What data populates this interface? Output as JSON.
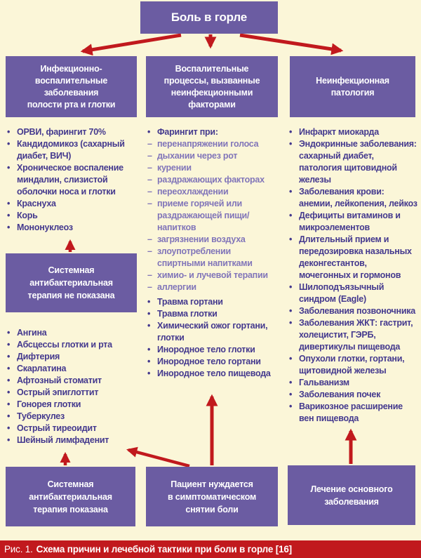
{
  "colors": {
    "background": "#fbf6d8",
    "box_purple": "#6b5ca2",
    "list_text_purple": "#44398e",
    "dash_text_purple": "#8175b9",
    "arrow_red": "#c1191d",
    "caption_band_red": "#c1191d"
  },
  "figure": {
    "root_label": "Боль в горле",
    "caption_prefix": "Рис. 1.",
    "caption_text": "Схема причин и лечебной тактики при боли в горле [16]"
  },
  "columns": {
    "infectious": {
      "header": "Инфекционно-\nвоспалительные\nзаболевания\nполости рта и глотки",
      "diseases_no_antibiotic": [
        {
          "type": "bullet",
          "text": "ОРВИ, фарингит 70%"
        },
        {
          "type": "bullet",
          "text": "Кандидомикоз (сахарный диабет, ВИЧ)"
        },
        {
          "type": "bullet",
          "text": "Хроническое воспаление миндалин, слизистой оболочки носа и глотки"
        },
        {
          "type": "bullet",
          "text": "Краснуха"
        },
        {
          "type": "bullet",
          "text": "Корь"
        },
        {
          "type": "bullet",
          "text": "Мононуклеоз"
        }
      ],
      "diseases_antibiotic": [
        {
          "type": "bullet",
          "text": "Ангина"
        },
        {
          "type": "bullet",
          "text": "Абсцессы глотки и рта"
        },
        {
          "type": "bullet",
          "text": "Дифтерия"
        },
        {
          "type": "bullet",
          "text": "Скарлатина"
        },
        {
          "type": "bullet",
          "text": "Афтозный стоматит"
        },
        {
          "type": "bullet",
          "text": "Острый эпиглоттит"
        },
        {
          "type": "bullet",
          "text": "Гонорея глотки"
        },
        {
          "type": "bullet",
          "text": "Туберкулез"
        },
        {
          "type": "bullet",
          "text": "Острый тиреоидит"
        },
        {
          "type": "bullet",
          "text": "Шейный лимфаденит"
        }
      ]
    },
    "inflammatory": {
      "header": "Воспалительные\nпроцессы, вызванные\nнеинфекционными\nфакторами",
      "items": [
        {
          "type": "bullet",
          "text": "Фарингит при:"
        },
        {
          "type": "dash",
          "text": "перенапряжении голоса"
        },
        {
          "type": "dash",
          "text": "дыхании через рот"
        },
        {
          "type": "dash",
          "text": "курении"
        },
        {
          "type": "dash",
          "text": "раздражающих факторах"
        },
        {
          "type": "dash",
          "text": "переохлаждении"
        },
        {
          "type": "dash",
          "text": "приеме горячей или раздражающей пищи/ напитков"
        },
        {
          "type": "dash",
          "text": "загрязнении воздуха"
        },
        {
          "type": "dash",
          "text": "злоупотреблении спиртными напитками"
        },
        {
          "type": "dash",
          "text": "химио- и лучевой терапии"
        },
        {
          "type": "dash",
          "text": "аллергии"
        },
        {
          "type": "bullet",
          "text": "Травма гортани",
          "gap": true
        },
        {
          "type": "bullet",
          "text": "Травма глотки"
        },
        {
          "type": "bullet",
          "text": "Химический ожог гортани, глотки"
        },
        {
          "type": "bullet",
          "text": "Инородное тело глотки"
        },
        {
          "type": "bullet",
          "text": "Инородное тело гортани"
        },
        {
          "type": "bullet",
          "text": "Инородное тело пищевода"
        }
      ]
    },
    "noninfectious": {
      "header": "Неинфекционная\nпатология",
      "items": [
        {
          "type": "bullet",
          "text": "Инфаркт миокарда"
        },
        {
          "type": "bullet",
          "text": "Эндокринные заболевания: сахарный диабет, патология щитовидной железы"
        },
        {
          "type": "bullet",
          "text": "Заболевания крови: анемии, лейкопения, лейкоз"
        },
        {
          "type": "bullet",
          "text": "Дефициты витаминов и микроэлементов"
        },
        {
          "type": "bullet",
          "text": "Длительный прием и передозировка назальных деконгестантов, мочегонных и гормонов"
        },
        {
          "type": "bullet",
          "text": "Шилоподъязычный синдром (Eagle)"
        },
        {
          "type": "bullet",
          "text": "Заболевания позвоночника"
        },
        {
          "type": "bullet",
          "text": "Заболевания ЖКТ: гастрит, холецистит, ГЭРБ, дивертикулы пищевода"
        },
        {
          "type": "bullet",
          "text": "Опухоли глотки, гортани, щитовидной железы"
        },
        {
          "type": "bullet",
          "text": "Гальванизм"
        },
        {
          "type": "bullet",
          "text": "Заболевания почек"
        },
        {
          "type": "bullet",
          "text": "Варикозное расширение вен пищевода"
        }
      ]
    }
  },
  "boxes": {
    "antibiotic_not_indicated": "Системная\nантибактериальная\nтерапия не показана",
    "antibiotic_indicated": "Системная\nантибактериальная\nтерапия показана",
    "symptomatic_relief": "Пациент нуждается\nв симптоматическом\nснятии боли",
    "treat_underlying": "Лечение основного\nзаболевания"
  }
}
